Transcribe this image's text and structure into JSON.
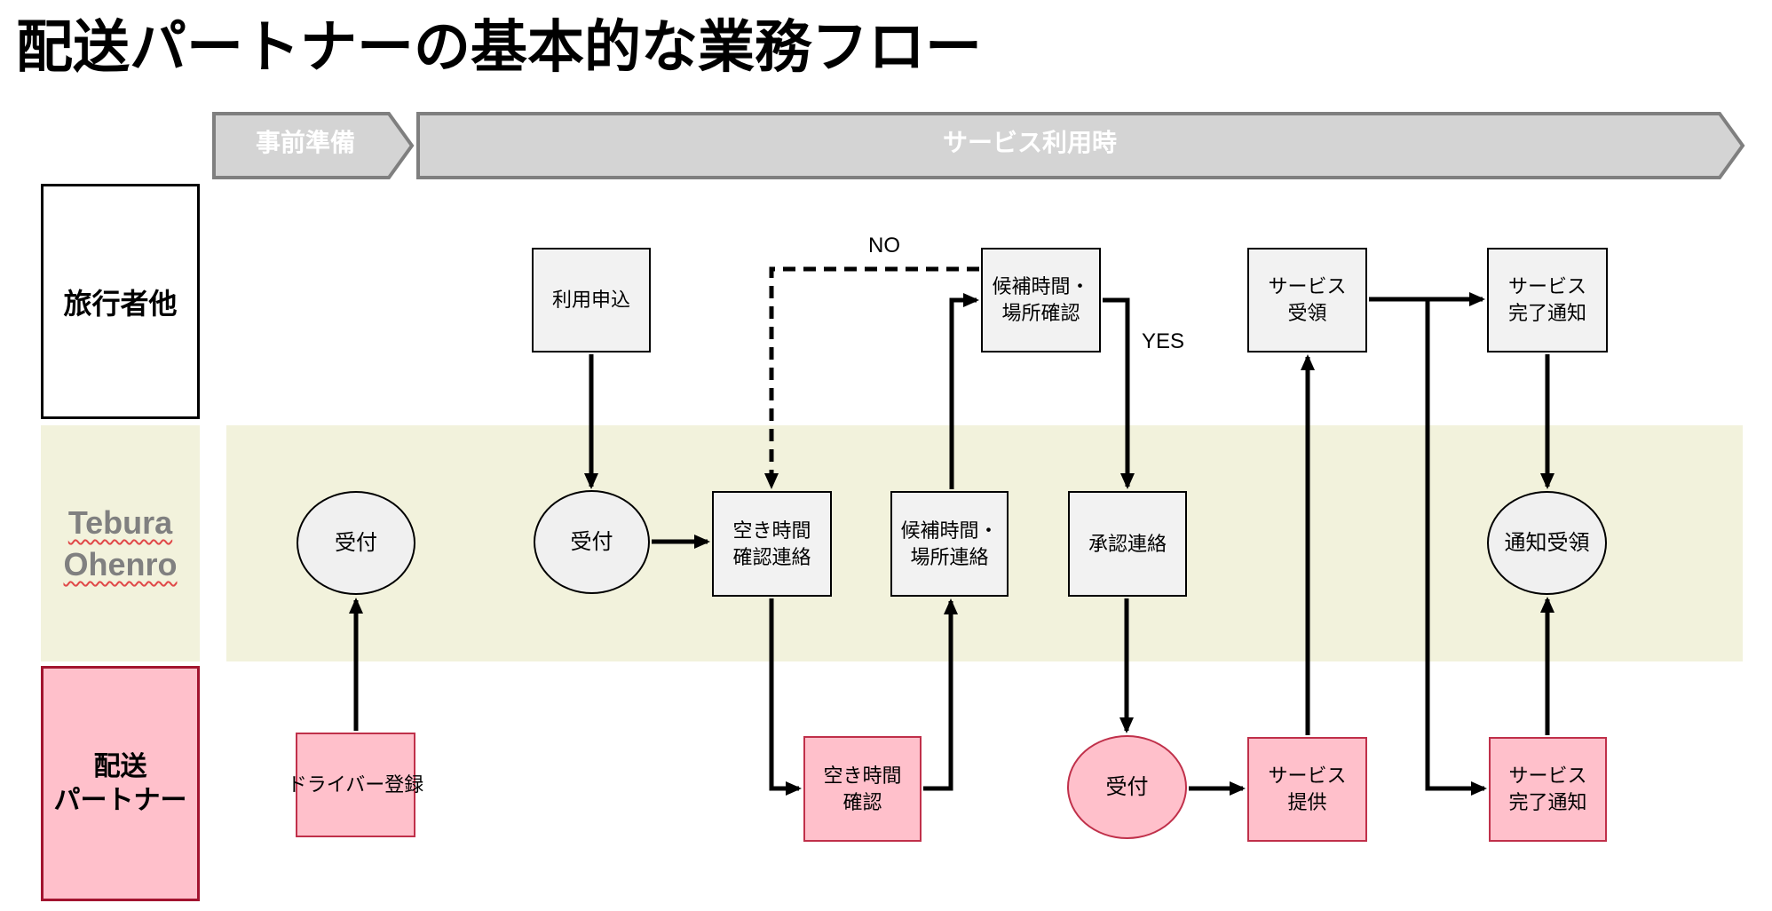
{
  "title": "配送パートナーの基本的な業務フロー",
  "phase_headers": {
    "preparation": "事前準備",
    "service_use": "サービス利用時"
  },
  "lanes": {
    "travelers": {
      "label": "旅行者他"
    },
    "tebura": {
      "label": "Tebura\nOhenro"
    },
    "partner": {
      "label": "配送\nパートナー"
    }
  },
  "nodes": {
    "riyou_moushikomi": "利用申込",
    "kouho_kakunin": "候補時間・\n場所確認",
    "service_juryo": "サービス\n受領",
    "service_kanryo_traveler": "サービス\n完了通知",
    "uketsuke_prep": "受付",
    "uketsuke_main": "受付",
    "akijikan_kakunin_renraku": "空き時間\n確認連絡",
    "kouho_renraku": "候補時間・\n場所連絡",
    "shounin_renraku": "承認連絡",
    "tsuchi_juryo": "通知受領",
    "driver_touroku": "ドライバー登録",
    "akijikan_kakunin": "空き時間\n確認",
    "uketsuke_partner": "受付",
    "service_teikyo": "サービス\n提供",
    "service_kanryo_partner": "サービス\n完了通知"
  },
  "edge_labels": {
    "no": "NO",
    "yes": "YES"
  },
  "colors": {
    "node_gray_fill": "#F2F2F2",
    "node_pink_fill": "#FFC0CB",
    "node_pink_border": "#C0304A",
    "lane_pink_border": "#A2142F",
    "lane_yellow_fill": "#F2F2DC",
    "phase_arrow_fill": "#D4D4D4",
    "phase_arrow_border": "#7F7F7F",
    "tebura_text": "#808080",
    "connector": "#000000",
    "wavy_underline": "#E04848"
  }
}
